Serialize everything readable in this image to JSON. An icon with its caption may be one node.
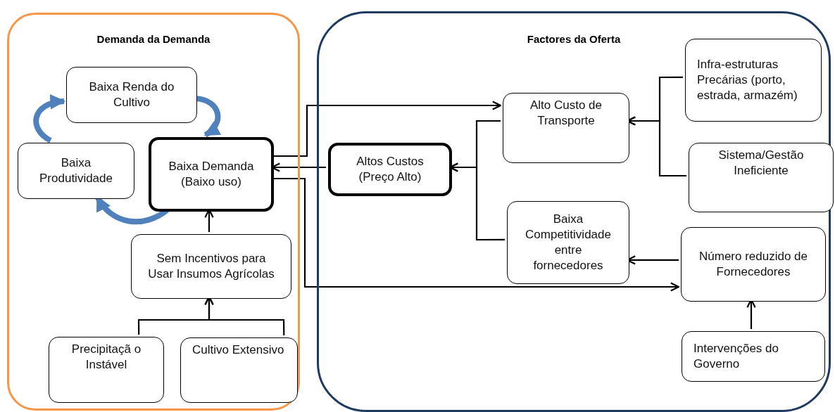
{
  "diagram": {
    "nodes": [
      {
        "text": [
          "Demanda da Demanda"
        ]
      },
      {
        "text": [
          "Baixa Renda do Cultivo"
        ],
        "in": 0
      },
      {
        "text": [
          "Baixa Produtividade"
        ],
        "in": 0
      },
      {
        "text": [
          "Baixa Demanda (Baixo uso)"
        ],
        "in": 0
      },
      {
        "text": [
          "Sem Incentivos para Usar Insumos Agrícolas"
        ],
        "in": 0
      },
      {
        "text": [
          "Precipitaçã o Instável"
        ],
        "in": 0
      },
      {
        "text": [
          "Cultivo Extensivo"
        ],
        "in": 0
      },
      {
        "text": [
          "Factores da Oferta"
        ]
      },
      {
        "text": [
          "Altos Custos (Preço Alto)"
        ],
        "in": 7
      },
      {
        "text": [
          "Alto Custo de Transporte"
        ],
        "in": 7
      },
      {
        "text": [
          "Infra-estruturas Precárias (porto, estrada, armazém)"
        ],
        "in": 7
      },
      {
        "text": [
          "Sistema/Gestão Ineficiente"
        ],
        "in": 7
      },
      {
        "text": [
          "Baixa Competitividade entre fornecedores"
        ],
        "in": 7
      },
      {
        "text": [
          "Número reduzido de Fornecedores"
        ],
        "in": 7
      },
      {
        "text": [
          "Intervenções do Governo"
        ],
        "in": 7
      }
    ],
    "edges": [
      {
        "from": 8,
        "to": 3,
        "arrow": "to"
      },
      {
        "from": 9,
        "to": 8,
        "arrow": "to"
      },
      {
        "from": 12,
        "to": 8,
        "arrow": "to"
      },
      {
        "from": 3,
        "to": 9,
        "arrow": "to"
      },
      {
        "from": 3,
        "to": 13,
        "arrow": "to"
      },
      {
        "from": 13,
        "to": 12,
        "arrow": "to"
      },
      {
        "from": 10,
        "to": 9,
        "arrow": "to"
      },
      {
        "from": 11,
        "to": 9,
        "arrow": "to"
      },
      {
        "from": 14,
        "to": 13,
        "arrow": "to"
      },
      {
        "from": 4,
        "to": 3,
        "arrow": "to"
      },
      {
        "from": 5,
        "to": 4,
        "arrow": "to"
      },
      {
        "from": 6,
        "to": 4,
        "arrow": "to"
      },
      {
        "from": 1,
        "to": 3,
        "arrow": "to",
        "style": "thick",
        "color": "#4f81bd"
      },
      {
        "from": 3,
        "to": 2,
        "arrow": "to",
        "style": "thick",
        "color": "#4f81bd"
      },
      {
        "from": 2,
        "to": 1,
        "arrow": "to",
        "style": "thick",
        "color": "#4f81bd"
      }
    ]
  }
}
